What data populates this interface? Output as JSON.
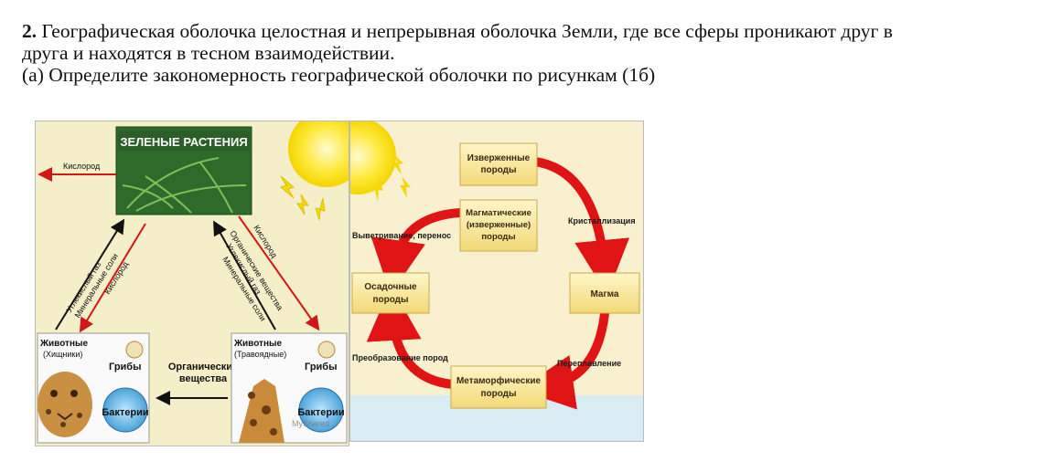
{
  "question": {
    "number": "2.",
    "line1": "Географическая оболочка целостная и непрерывная оболочка Земли, где все сферы проникают друг в",
    "line2": "друга и находятся в тесном взаимодействии.",
    "line3": "(а) Определите закономерность географической оболочки по рисункам (1б)"
  },
  "figure1": {
    "plants_title": "ЗЕЛЕНЫЕ РАСТЕНИЯ",
    "oxygen_left": "Кислород",
    "left_arrow_up_1": "Углекислый газ",
    "left_arrow_up_2": "Минеральные соли",
    "left_arrow_down": "Кислород",
    "right_arrow_down": "Кислород",
    "right_arrow_up_1": "Органические вещества",
    "right_arrow_up_2": "Углекислый газ",
    "right_arrow_up_3": "Минеральные соли",
    "predators_1": "Животные",
    "predators_2": "(Хищники)",
    "herbivores_1": "Животные",
    "herbivores_2": "(Травоядные)",
    "fungi_left": "Грибы",
    "fungi_right": "Грибы",
    "bacteria_left": "Бактерии",
    "bacteria_right": "Бактерии",
    "organic_1": "Органические",
    "organic_2": "вещества",
    "watermark": "MyShared"
  },
  "figure2": {
    "igneous_1": "Изверженные",
    "igneous_2": "породы",
    "magmatic_1": "Магматические",
    "magmatic_2": "(изверженные)",
    "magmatic_3": "породы",
    "sedimentary_1": "Осадочные",
    "sedimentary_2": "породы",
    "magma": "Магма",
    "metamorphic_1": "Метаморфические",
    "metamorphic_2": "породы",
    "weathering": "Выветривание, перенос",
    "crystallization": "Кристаллизация",
    "transformation": "Преобразование пород",
    "remelting": "Переплавление"
  }
}
